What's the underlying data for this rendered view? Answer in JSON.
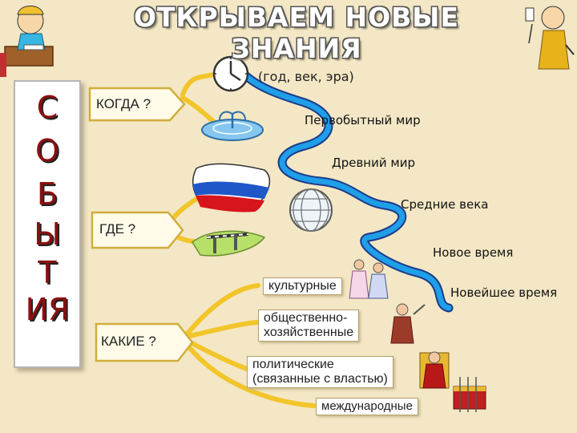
{
  "title": "ОТКРЫВАЕМ НОВЫЕ ЗНАНИЯ",
  "side_label": {
    "letters": [
      "С",
      "О",
      "Б",
      "Ы",
      "Т",
      "ИЯ"
    ]
  },
  "questions": {
    "when": "КОГДА ?",
    "where": "ГДЕ ?",
    "what": "КАКИЕ ?"
  },
  "when_note": "(год, век, эра)",
  "eras": [
    "Первобытный мир",
    "Древний мир",
    "Средние века",
    "Новое время",
    "Новейшее время"
  ],
  "event_types": {
    "cultural": "культурные",
    "socio_line1": "общественно-",
    "socio_line2": "хозяйственные",
    "political_line1": "политические",
    "political_line2": "(связанные с властью)",
    "international": "международные"
  },
  "colors": {
    "timeline": "#1e9fe8",
    "branch": "#f2c52a",
    "letters": "#8a1010"
  }
}
